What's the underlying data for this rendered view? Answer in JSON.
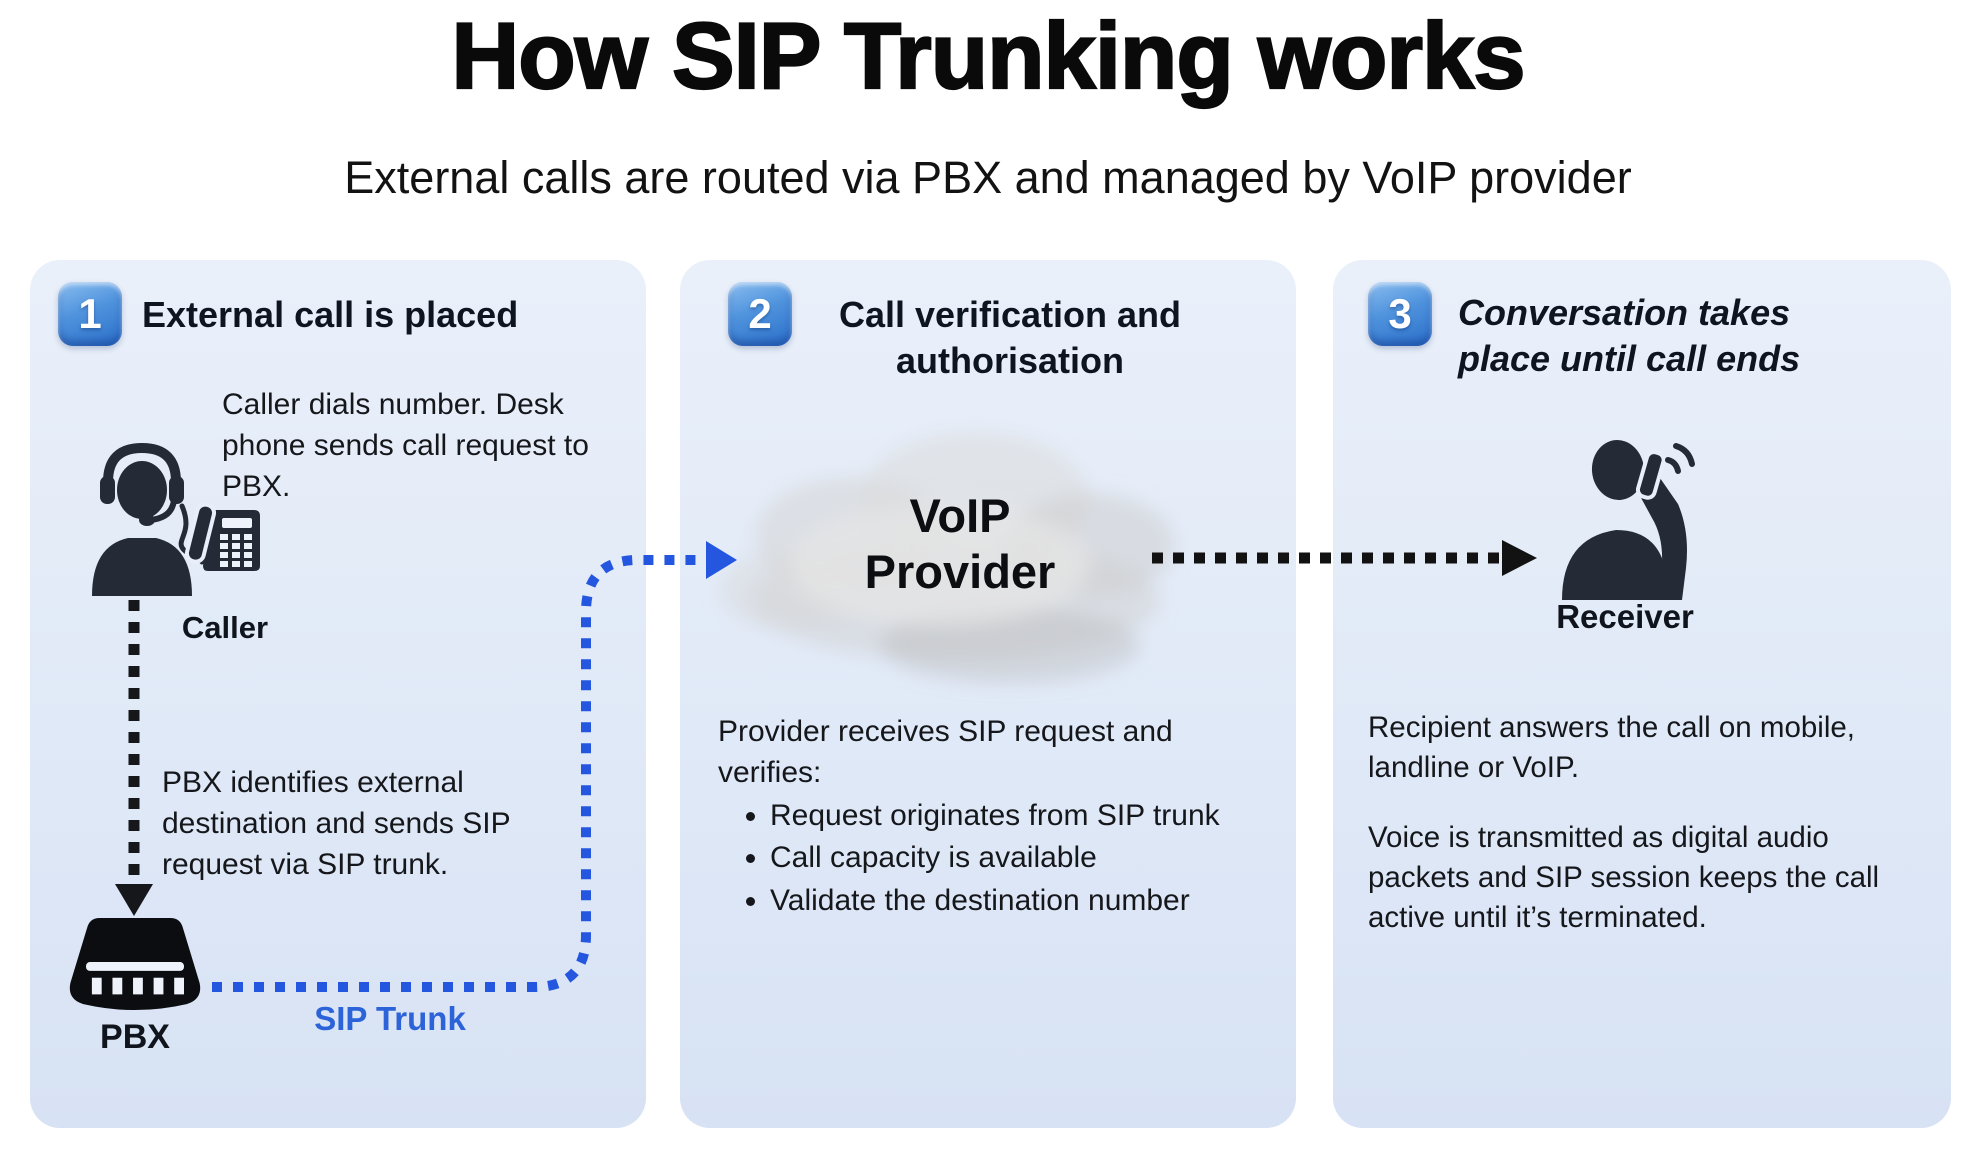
{
  "title": "How SIP Trunking works",
  "subtitle": "External calls are routed via PBX and managed by VoIP provider",
  "colors": {
    "accent_blue": "#2456e0",
    "label_blue": "#2d63d8",
    "badge_blue_top": "#8abdf0",
    "badge_blue_bottom": "#2a6ec9",
    "panel_background": "#dfe8f7",
    "ink": "#15171b",
    "cloud_gray": "#cfcfcf"
  },
  "panels": [
    {
      "badge": "1",
      "heading": "External call is placed",
      "body": "Caller dials number. Desk phone sends call request to PBX.",
      "caller_label": "Caller",
      "pbx_body": "PBX identifies external destination and sends SIP request via SIP trunk.",
      "pbx_label": "PBX",
      "sip_trunk_label": "SIP Trunk"
    },
    {
      "badge": "2",
      "heading": "Call verification and authorisation",
      "cloud_label": "VoIP Provider",
      "intro": "Provider receives SIP request and verifies:",
      "bullets": [
        "Request originates from SIP trunk",
        "Call capacity is available",
        "Validate the destination number"
      ]
    },
    {
      "badge": "3",
      "heading": "Conversation takes place until call ends",
      "receiver_label": "Receiver",
      "para1": "Recipient answers the call on mobile, landline or VoIP.",
      "para2": "Voice is transmitted as digital audio packets and SIP session keeps the call active until it’s terminated."
    }
  ]
}
